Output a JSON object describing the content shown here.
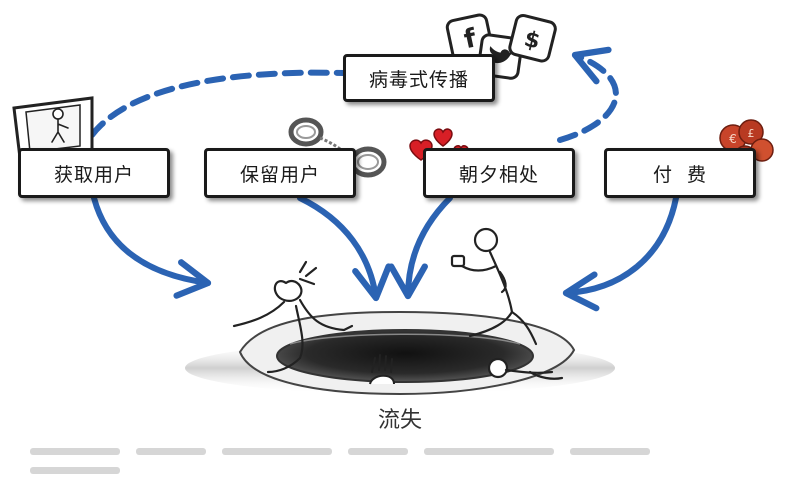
{
  "diagram": {
    "stages": {
      "acquire": "获取用户",
      "retain": "保留用户",
      "engage": "朝夕相处",
      "pay": "付  费"
    },
    "viral": "病毒式传播",
    "churn": "流失"
  },
  "colors": {
    "arrow": "#2b63b3",
    "box_border": "#1a1a1a",
    "sketch": "#222222",
    "heart": "#d81f26",
    "coin": "#c8442a"
  },
  "icons": [
    "door-icon",
    "handcuffs-icon",
    "hearts-icon",
    "coins-icon",
    "social-media-icons",
    "hole-illustration"
  ]
}
